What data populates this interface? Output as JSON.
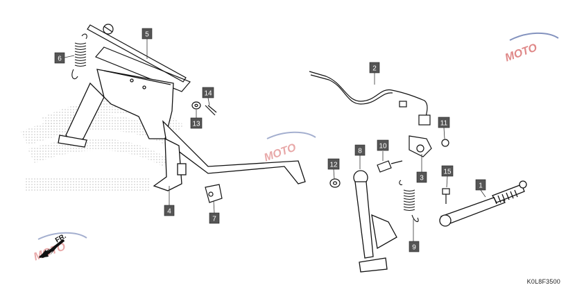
{
  "diagram_code": "K0L8F3500",
  "direction_label": "FR.",
  "watermark": {
    "text": "MOTO",
    "color": "#c62828",
    "accent": "#1e3a8a"
  },
  "background_logo_color": "#d9d9d9",
  "callout_color": "#555555",
  "callouts": [
    {
      "id": "1",
      "label": "1"
    },
    {
      "id": "2",
      "label": "2"
    },
    {
      "id": "3",
      "label": "3"
    },
    {
      "id": "4",
      "label": "4"
    },
    {
      "id": "5",
      "label": "5"
    },
    {
      "id": "6",
      "label": "6"
    },
    {
      "id": "7",
      "label": "7"
    },
    {
      "id": "8",
      "label": "8"
    },
    {
      "id": "9",
      "label": "9"
    },
    {
      "id": "10",
      "label": "10"
    },
    {
      "id": "11",
      "label": "11"
    },
    {
      "id": "12",
      "label": "12"
    },
    {
      "id": "13",
      "label": "13"
    },
    {
      "id": "14",
      "label": "14"
    },
    {
      "id": "15",
      "label": "15"
    }
  ]
}
